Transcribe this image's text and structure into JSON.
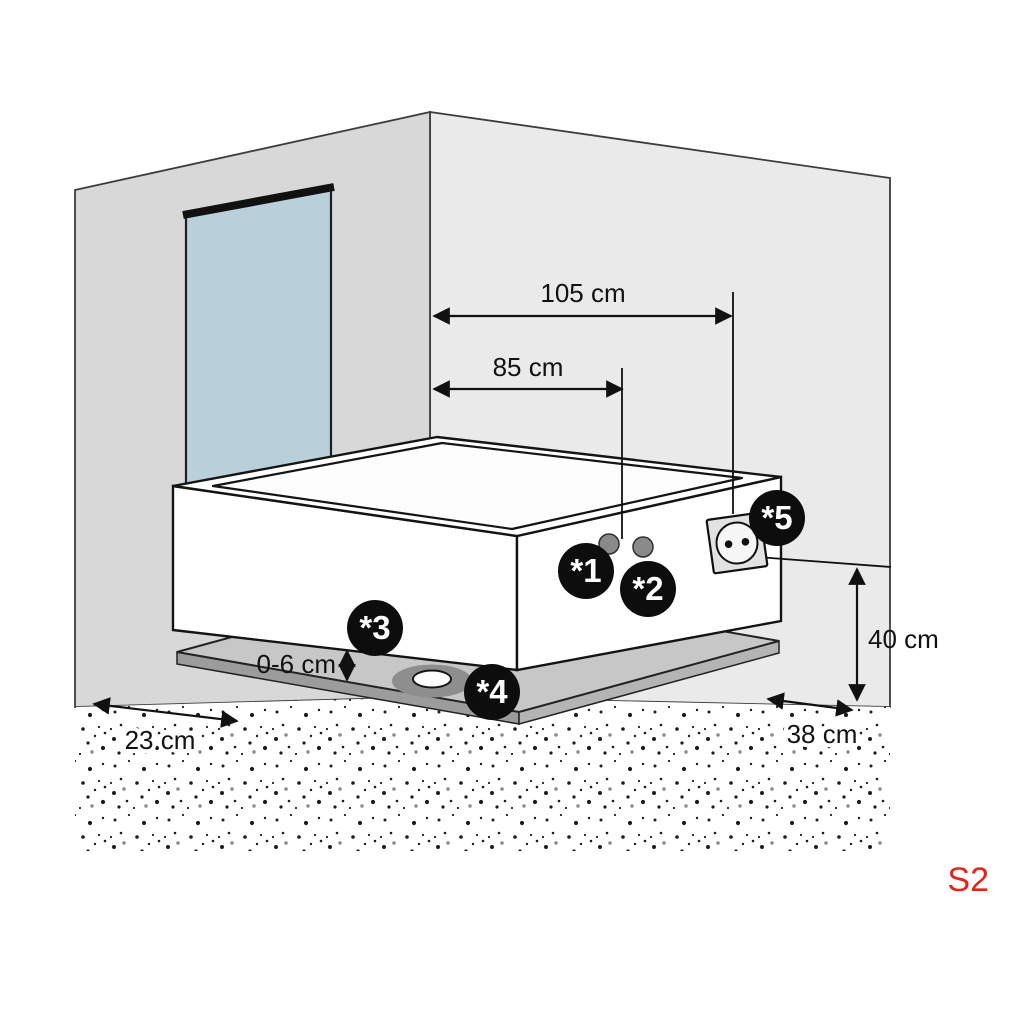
{
  "diagram": {
    "code_label": "S2",
    "colors": {
      "code_red": "#e5231b",
      "glass_blue": "#b9cfd9"
    },
    "dimensions": {
      "top_width": "105 cm",
      "inner_width": "85 cm",
      "outlet_height": "40 cm",
      "base_height": "0-6 cm",
      "left_clearance": "23 cm",
      "right_clearance": "38 cm"
    },
    "markers": [
      {
        "label": "*1"
      },
      {
        "label": "*2"
      },
      {
        "label": "*3"
      },
      {
        "label": "*4"
      },
      {
        "label": "*5"
      }
    ]
  }
}
